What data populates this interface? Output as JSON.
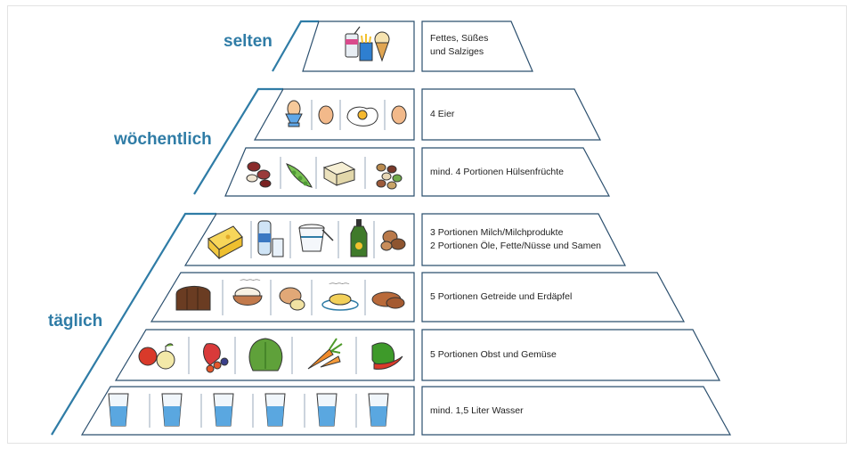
{
  "frequency_labels": {
    "rarely": "selten",
    "weekly": "wöchentlich",
    "daily": "täglich"
  },
  "tiers": [
    {
      "id": "sweets",
      "line1": "Fettes, Süßes",
      "line2": "und Salziges",
      "icons": [
        "soda-fries-icecream-icon"
      ]
    },
    {
      "id": "eggs",
      "line1": "4 Eier",
      "line2": "",
      "icons": [
        "egg-cup-icon",
        "egg-icon",
        "fried-egg-icon",
        "egg-icon"
      ]
    },
    {
      "id": "legumes",
      "line1": "mind. 4 Portionen Hülsenfrüchte",
      "line2": "",
      "icons": [
        "beans-icon",
        "peas-icon",
        "tofu-icon",
        "mixed-beans-icon"
      ]
    },
    {
      "id": "dairy-oils",
      "line1": "3 Portionen Milch/Milchprodukte",
      "line2": "2 Portionen Öle, Fette/Nüsse und Samen",
      "icons": [
        "cheese-icon",
        "milk-icon",
        "yogurt-icon",
        "oil-bottle-icon",
        "nuts-icon"
      ]
    },
    {
      "id": "grains",
      "line1": "5 Portionen Getreide und Erdäpfel",
      "line2": "",
      "icons": [
        "bread-icon",
        "rice-bowl-icon",
        "potato-icon",
        "pasta-icon",
        "roll-icon"
      ]
    },
    {
      "id": "fruit-veg",
      "line1": "5 Portionen Obst und Gemüse",
      "line2": "",
      "icons": [
        "apple-icon",
        "berries-icon",
        "lettuce-icon",
        "carrot-icon",
        "pepper-icon"
      ]
    },
    {
      "id": "water",
      "line1": "mind. 1,5 Liter Wasser",
      "line2": "",
      "icons": [
        "water-glass-icon",
        "water-glass-icon",
        "water-glass-icon",
        "water-glass-icon",
        "water-glass-icon",
        "water-glass-icon"
      ]
    }
  ],
  "colors": {
    "label": "#2f7ca6",
    "outline": "#2b4f6e",
    "water": "#5aa7e0"
  }
}
